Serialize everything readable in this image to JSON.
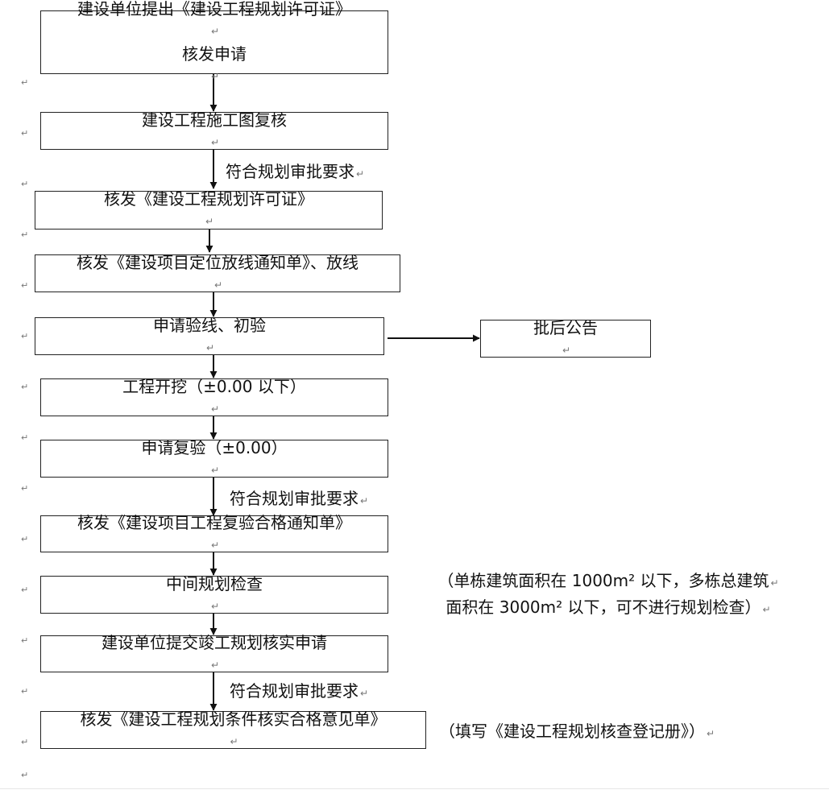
{
  "mark": "↵",
  "steps": {
    "s1_line1": "建设单位提出《建设工程规划许可证》",
    "s1_line2": "核发申请",
    "s2": "建设工程施工图复核",
    "s3": "核发《建设工程规划许可证》",
    "s4": "核发《建设项目定位放线通知单》、放线",
    "s5": "申请验线、初验",
    "s6": "工程开挖（±0.00 以下）",
    "s7": "申请复验（±0.00）",
    "s8": "核发《建设项目工程复验合格通知单》",
    "s9": "中间规划检查",
    "s10": "建设单位提交竣工规划核实申请",
    "s11": "核发《建设工程规划条件核实合格意见单》"
  },
  "side_box": "批后公告",
  "conditions": {
    "c1": "符合规划审批要求",
    "c2": "符合规划审批要求",
    "c3": "符合规划审批要求"
  },
  "notes": {
    "n1_line1": "（单栋建筑面积在 1000m² 以下，多栋总建筑",
    "n1_line2": "面积在 3000m² 以下，可不进行规划检查）",
    "n2": "（填写《建设工程规划核查登记册》）"
  }
}
